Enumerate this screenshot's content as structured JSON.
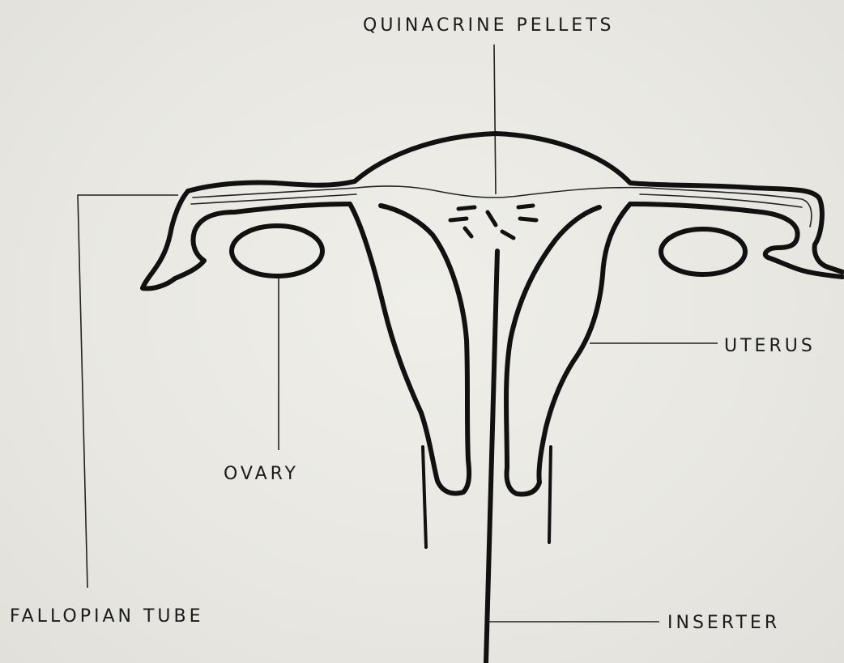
{
  "diagram": {
    "labels": {
      "pellets": "QUINACRINE PELLETS",
      "uterus": "UTERUS",
      "ovary": "OVARY",
      "fallopian_tube": "FALLOPIAN TUBE",
      "inserter": "INSERTER"
    },
    "colors": {
      "paper": "#e9e8e2",
      "ink": "#111111"
    }
  }
}
